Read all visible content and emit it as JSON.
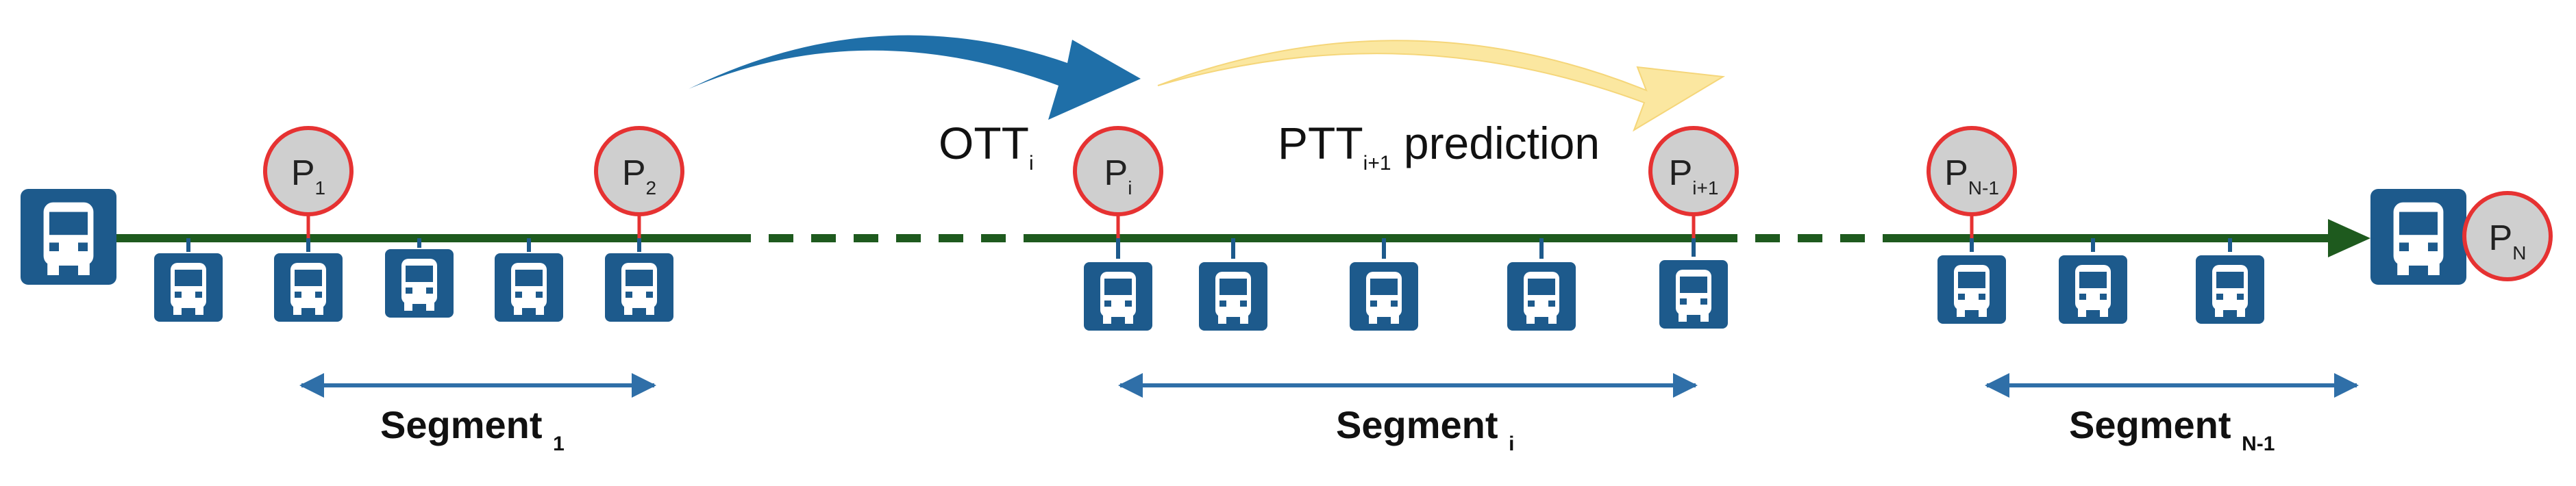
{
  "annotations": {
    "ott": {
      "main": "OTT",
      "sub": "i"
    },
    "ptt": {
      "main": "PTT",
      "sub": "i+1",
      "suffix": " prediction"
    }
  },
  "points": [
    {
      "id": "p1",
      "main": "P",
      "sub": "1"
    },
    {
      "id": "p2",
      "main": "P",
      "sub": "2"
    },
    {
      "id": "pi",
      "main": "P",
      "sub": "i"
    },
    {
      "id": "pi1",
      "main": "P",
      "sub": "i+1"
    },
    {
      "id": "pn1",
      "main": "P",
      "sub": "N-1"
    },
    {
      "id": "pn",
      "main": "P",
      "sub": "N"
    }
  ],
  "segments": [
    {
      "id": "seg1",
      "main": "Segment ",
      "sub": "1"
    },
    {
      "id": "segi",
      "main": "Segment ",
      "sub": "i"
    },
    {
      "id": "segn1",
      "main": "Segment ",
      "sub": "N-1"
    }
  ],
  "colors": {
    "route_line": "#1e5a1e",
    "stop_fill": "#1d5a8c",
    "point_fill": "#cfcfcf",
    "point_stroke": "#e63232",
    "observed_arrow": "#1f6fa8",
    "predicted_arrow": "#fbe7a0",
    "segment_arrow": "#2f6fa8"
  },
  "icons": {
    "stop": "bus-stop-icon",
    "start": "bus-icon",
    "end": "bus-icon"
  }
}
